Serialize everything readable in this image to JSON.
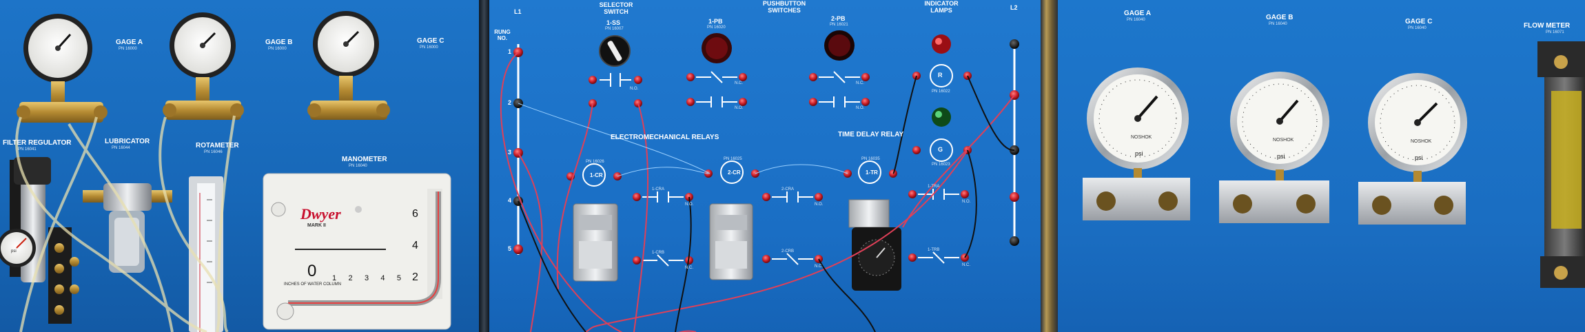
{
  "panel_left": {
    "gages": [
      {
        "label": "GAGE A",
        "pn": "PN 16000"
      },
      {
        "label": "GAGE B",
        "pn": "PN 16000"
      },
      {
        "label": "GAGE C",
        "pn": "PN 16000"
      }
    ],
    "filter_regulator": {
      "label": "FILTER REGULATOR",
      "pn": "PN 16041"
    },
    "lubricator": {
      "label": "LUBRICATOR",
      "pn": "PN 16044"
    },
    "rotameter": {
      "label": "ROTAMETER",
      "pn": "PN 16046"
    },
    "manometer": {
      "label": "MANOMETER",
      "pn": "PN 16040"
    },
    "manometer_gauge": {
      "brand": "Dwyer",
      "model": "MARK II",
      "units": "INCHES OF WATER COLUMN",
      "scale_bottom": [
        "0",
        "1",
        "2",
        "3",
        "4",
        "5"
      ],
      "scale_right": [
        "2",
        "4",
        "6"
      ],
      "zero": "0"
    },
    "regulator_gauge_face": "psi"
  },
  "panel_middle": {
    "rails": {
      "l1": "L1",
      "l2": "L2"
    },
    "rung_header": "RUNG NO.",
    "rungs": [
      "1",
      "2",
      "3",
      "4",
      "5"
    ],
    "selector_switch": {
      "title": "SELECTOR SWITCH",
      "name": "1-SS",
      "pn": "PN 16007",
      "contact": "N.O."
    },
    "pushbutton_header": "PUSHBUTTON SWITCHES",
    "pb1": {
      "name": "1-PB",
      "pn": "PN 16020",
      "nc": "N.C.",
      "no": "N.O."
    },
    "pb2": {
      "name": "2-PB",
      "pn": "PN 16021",
      "nc": "N.C.",
      "no": "N.O."
    },
    "indicator_header": "INDICATOR LAMPS",
    "lamp_r": {
      "letter": "R",
      "pn": "PN 16022"
    },
    "lamp_g": {
      "letter": "G",
      "pn": "PN 16023"
    },
    "em_relays_header": "ELECTROMECHANICAL RELAYS",
    "cr1": {
      "coil": "1-CR",
      "pn": "PN 16026",
      "contact_a": "1-CRA",
      "contact_b": "1-CRB",
      "no": "N.O.",
      "nc": "N.C."
    },
    "cr2": {
      "coil": "2-CR",
      "pn": "PN 16025",
      "contact_a": "2-CRA",
      "contact_b": "2-CRB",
      "no": "N.O.",
      "nc": "N.C."
    },
    "tdr_header": "TIME DELAY RELAY",
    "tdr": {
      "coil": "1-TR",
      "pn": "PN 16035",
      "contact_a": "1-TRA",
      "contact_b": "1-TRB",
      "no": "N.O.",
      "nc": "N.C."
    }
  },
  "panel_right": {
    "gages": [
      {
        "label": "GAGE A",
        "pn": "PN 16040",
        "unit": "psi",
        "brand": "NOSHOK"
      },
      {
        "label": "GAGE B",
        "pn": "PN 16040",
        "unit": "psi",
        "brand": "NOSHOK"
      },
      {
        "label": "GAGE C",
        "pn": "PN 16040",
        "unit": "psi",
        "brand": "NOSHOK"
      }
    ],
    "flow_meter": {
      "label": "FLOW METER",
      "pn": "PN 16071"
    }
  },
  "colors": {
    "panel_blue": "#1a6ec4",
    "terminal_red": "#d0212b",
    "terminal_black": "#111111",
    "wire_red": "#e04058",
    "wire_black": "#101010",
    "brass": "#c8a24a",
    "gauge_face": "#f4f4f0"
  }
}
